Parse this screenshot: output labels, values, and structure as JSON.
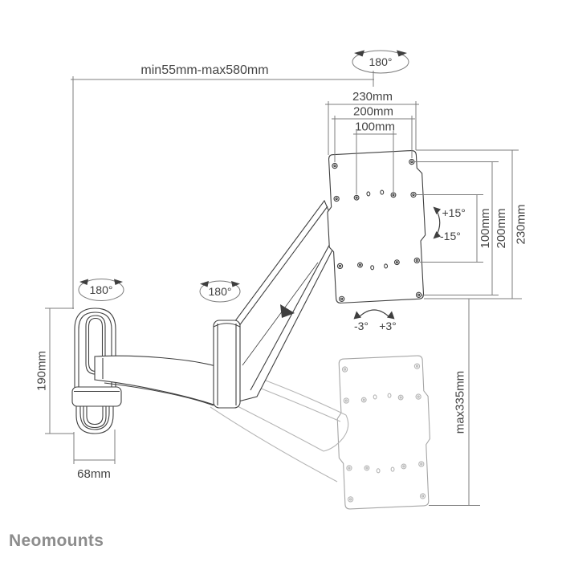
{
  "title": "Neomounts monitor wall mount technical drawing",
  "brand": {
    "logo_text": "Neomounts",
    "logo_color": "#8d8d8d"
  },
  "colors": {
    "background": "#ffffff",
    "drawing_line": "#3f3f3f",
    "dimension_line": "#7c7c7c",
    "ghost_line": "#b5b5b5",
    "label_text": "#454545"
  },
  "dims": {
    "arm_extension": "min55mm-max580mm",
    "plate_width_230": "230mm",
    "plate_width_200": "200mm",
    "plate_width_100": "100mm",
    "plate_height_100": "100mm",
    "plate_height_200": "200mm",
    "plate_height_230": "230mm",
    "height_adjustment": "max335mm",
    "wall_bracket_height": "190mm",
    "wall_bracket_width": "68mm"
  },
  "annotations": {
    "swivel_head": "180°",
    "swivel_wall": "180°",
    "swivel_elbow": "180°",
    "tilt_up": "+15°",
    "tilt_down": "-15°",
    "level_left": "-3°",
    "level_right": "+3°"
  }
}
